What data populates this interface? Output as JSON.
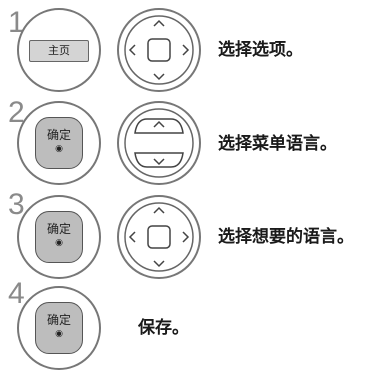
{
  "steps": [
    {
      "number": "1",
      "button_label": "主页",
      "instruction": "选择选项。"
    },
    {
      "number": "2",
      "button_label": "确定",
      "instruction": "选择菜单语言。"
    },
    {
      "number": "3",
      "button_label": "确定",
      "instruction": "选择想要的语言。"
    },
    {
      "number": "4",
      "button_label": "确定",
      "instruction": "保存。"
    }
  ],
  "ok_indicator": "◉",
  "icons": {
    "home": "home-button",
    "ok": "ok-button",
    "dpad": "navigation-pad",
    "updown": "up-down-pad"
  },
  "colors": {
    "step_number": "#8a8a8a",
    "circle_border": "#777777",
    "button_fill": "#bdbdbd"
  }
}
